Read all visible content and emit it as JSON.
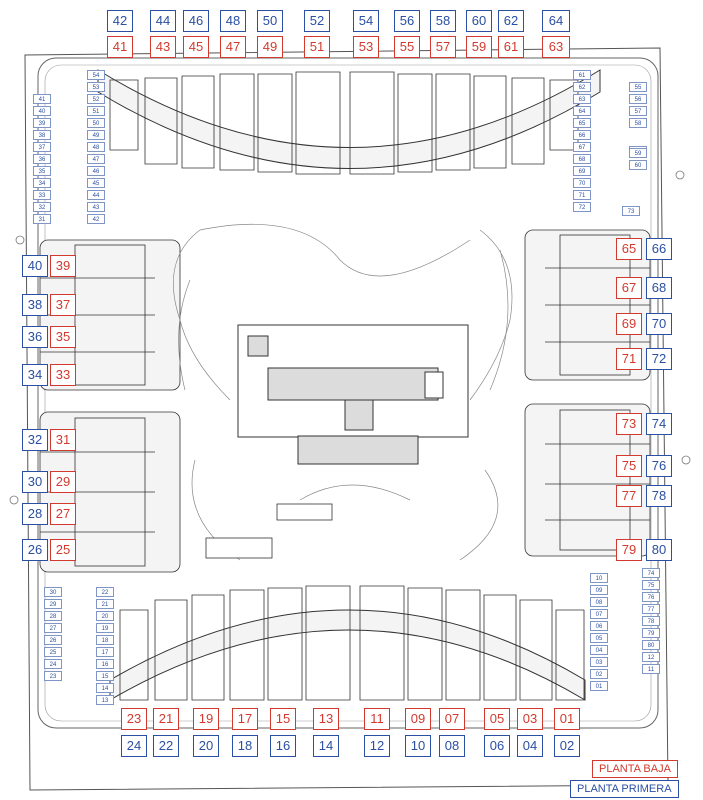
{
  "top_blue": [
    "42",
    "44",
    "46",
    "48",
    "50",
    "52",
    "54",
    "56",
    "58",
    "60",
    "62",
    "64"
  ],
  "top_red": [
    "41",
    "43",
    "45",
    "47",
    "49",
    "51",
    "53",
    "55",
    "57",
    "59",
    "61",
    "63"
  ],
  "bottom_red": [
    "23",
    "21",
    "19",
    "17",
    "15",
    "13",
    "11",
    "09",
    "07",
    "05",
    "03",
    "01"
  ],
  "bottom_blue": [
    "24",
    "22",
    "20",
    "18",
    "16",
    "14",
    "12",
    "10",
    "08",
    "06",
    "04",
    "02"
  ],
  "left_pairs": [
    {
      "blue": "40",
      "red": "39"
    },
    {
      "blue": "38",
      "red": "37"
    },
    {
      "blue": "36",
      "red": "35"
    },
    {
      "blue": "34",
      "red": "33"
    },
    {
      "blue": "32",
      "red": "31"
    },
    {
      "blue": "30",
      "red": "29"
    },
    {
      "blue": "28",
      "red": "27"
    },
    {
      "blue": "26",
      "red": "25"
    }
  ],
  "right_pairs": [
    {
      "red": "65",
      "blue": "66"
    },
    {
      "red": "67",
      "blue": "68"
    },
    {
      "red": "69",
      "blue": "70"
    },
    {
      "red": "71",
      "blue": "72"
    },
    {
      "red": "73",
      "blue": "74"
    },
    {
      "red": "75",
      "blue": "76"
    },
    {
      "red": "77",
      "blue": "78"
    },
    {
      "red": "79",
      "blue": "80"
    }
  ],
  "parking": {
    "nw": [
      "54",
      "53",
      "52",
      "51",
      "50",
      "49",
      "48",
      "47",
      "46",
      "45",
      "44",
      "43",
      "42"
    ],
    "nw_far": [
      "41",
      "40",
      "39",
      "38",
      "37",
      "36",
      "35",
      "34",
      "33",
      "32",
      "31"
    ],
    "ne": [
      "61",
      "62",
      "63",
      "64",
      "65",
      "66",
      "67",
      "68",
      "69",
      "70",
      "71",
      "72"
    ],
    "ne_far": [
      "55",
      "56",
      "57",
      "58"
    ],
    "ne_small": [
      "59",
      "60"
    ],
    "ne_single": "73",
    "sw_far": [
      "30",
      "29",
      "28",
      "27",
      "26",
      "25",
      "24",
      "23"
    ],
    "sw": [
      "22",
      "21",
      "20",
      "19",
      "18",
      "17",
      "16",
      "15",
      "14",
      "13"
    ],
    "se": [
      "10",
      "09",
      "08",
      "07",
      "06",
      "05",
      "04",
      "03",
      "02",
      "01"
    ],
    "se_far": [
      "74",
      "75",
      "76",
      "77",
      "78",
      "79",
      "80",
      "12",
      "11"
    ]
  },
  "legend": {
    "ground": "PLANTA BAJA",
    "first": "PLANTA PRIMERA"
  },
  "colors": {
    "ground": "#d23a2e",
    "first": "#2a4fa3",
    "linework": "#444444"
  }
}
